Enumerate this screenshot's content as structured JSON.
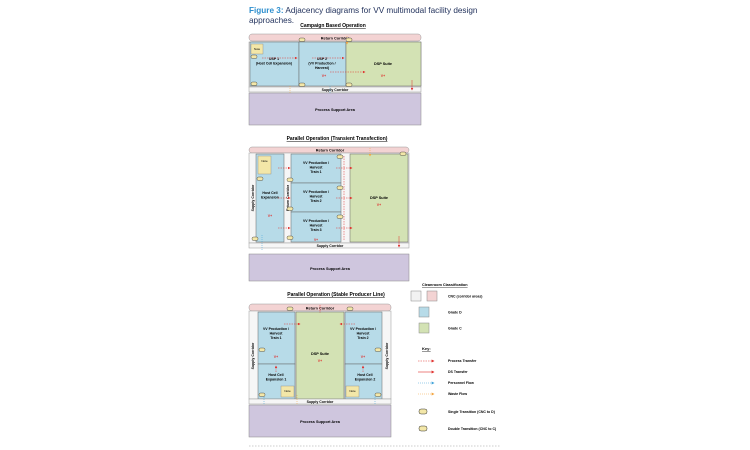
{
  "figure": {
    "label": "Figure 3:",
    "caption": "Adjacency diagrams for VV multimodal facility design approaches."
  },
  "colors": {
    "corridor_pink": "#f3d3d3",
    "grade_d_blue": "#b7dbe8",
    "grade_c_green": "#d3e2b4",
    "support_purple": "#cfc6de",
    "note_yellow": "#f3e7a8",
    "arrow_red": "#e0302d",
    "arrow_orange": "#f3a23a",
    "arrow_blue": "#3aa0d8"
  },
  "diagram1": {
    "title": "Campaign Based Operation",
    "return_corridor": "Return Corridor",
    "supply_corridor": "Supply Corridor",
    "support_area": "Process Support Area",
    "usp1": "USP 1\n(Host Cell Expansion)",
    "usp2": "USP 2\n(VV Production /\nHarvest)",
    "dsp": "DSP Suite",
    "vplus": "V+",
    "note": "Note"
  },
  "diagram2": {
    "title": "Parallel Operation (Transient Transfection)",
    "return_corridor": "Return Corridor",
    "supply_corridor": "Supply Corridor",
    "support_area": "Process Support Area",
    "supply_corridor_vertical": "Supply Corridor",
    "return_corridor_vertical": "Return Corridor",
    "host_cell": "Host Cell\nExpansion",
    "train1": "VV Production /\nHarvest\nTrain 1",
    "train2": "VV Production /\nHarvest\nTrain 2",
    "train3": "VV Production /\nHarvest\nTrain 3",
    "dsp": "DSP Suite",
    "vplus": "V+",
    "note": "Note"
  },
  "diagram3": {
    "title": "Parallel Operation (Stable Producer Line)",
    "return_corridor": "Return Corridor",
    "supply_corridor": "Supply Corridor",
    "support_area": "Process Support Area",
    "supply_corridor_left": "Supply Corridor",
    "supply_corridor_right": "Supply Corridor",
    "train1": "VV Production /\nHarvest\nTrain 1",
    "train2": "VV Production /\nHarvest\nTrain 2",
    "host1": "Host Cell\nExpansion 1",
    "host2": "Host Cell\nExpansion 2",
    "dsp": "DSP Suite",
    "vplus": "V+",
    "note": "Note"
  },
  "legend": {
    "classification_title": "Cleanroom Classification",
    "cnc": "CNC (corridor areas)",
    "grade_d": "Grade D",
    "grade_c": "Grade C",
    "key_title": "Key:",
    "process_transfer": "Process Transfer",
    "ds_transfer": "DS Transfer",
    "personnel_flow": "Personnel Flow",
    "waste_flow": "Waste Flow",
    "single_transition": "Single Transition (CNC to D)",
    "double_transition": "Double Transition (CNC to C)"
  }
}
